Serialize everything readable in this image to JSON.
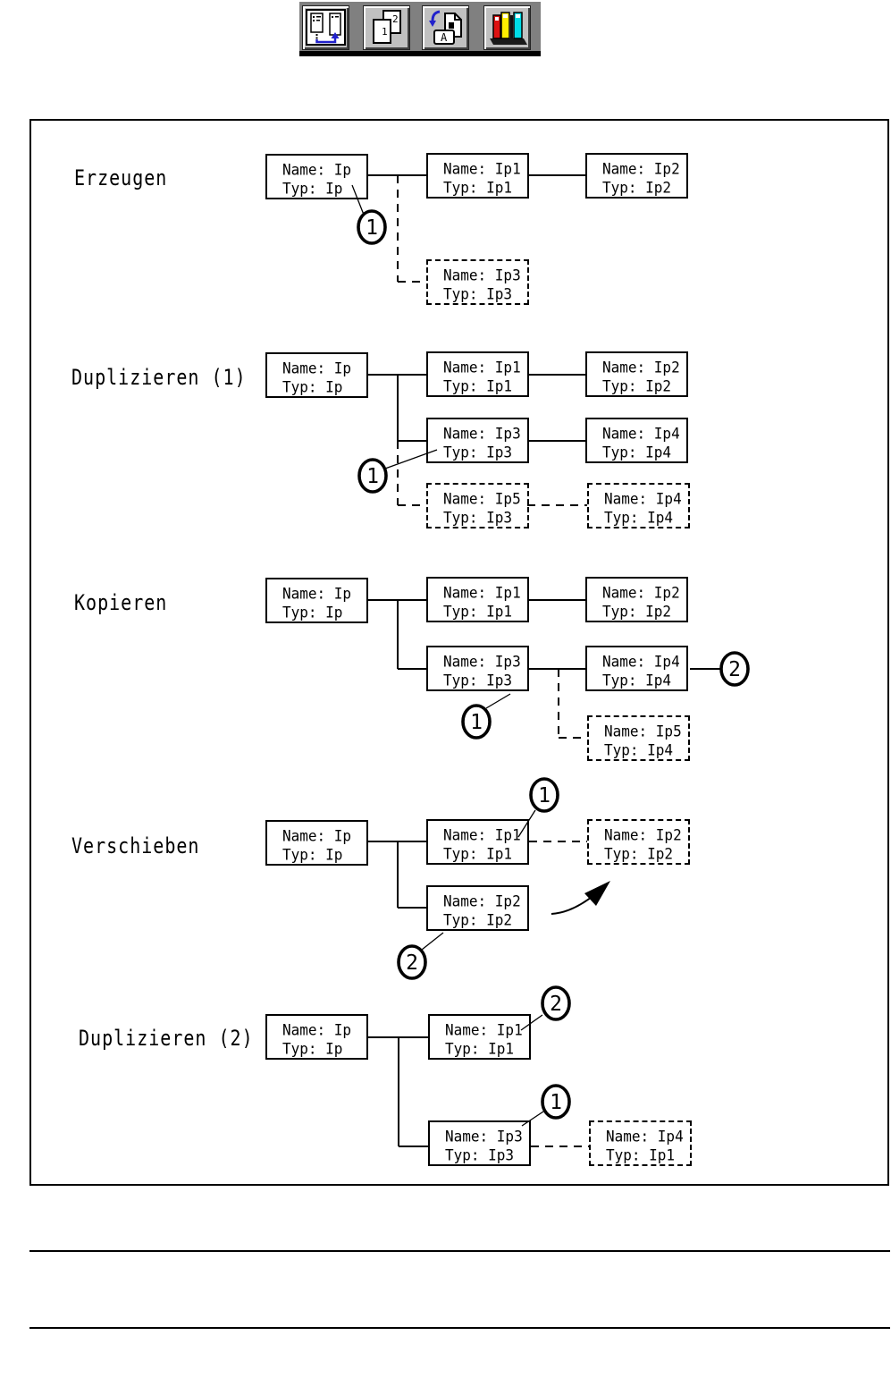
{
  "toolbar": {
    "buttons": [
      {
        "name": "reorganize-panels"
      },
      {
        "name": "copy-pages",
        "back_label": "2",
        "front_label": "1"
      },
      {
        "name": "paste-rename",
        "label": "A"
      },
      {
        "name": "library-books"
      }
    ]
  },
  "sections": [
    {
      "label": "Erzeugen",
      "boxes": [
        {
          "name": "Name: Ip",
          "typ": "Typ: Ip",
          "style": "solid"
        },
        {
          "name": "Name: Ip1",
          "typ": "Typ: Ip1",
          "style": "solid"
        },
        {
          "name": "Name: Ip2",
          "typ": "Typ: Ip2",
          "style": "solid"
        },
        {
          "name": "Name: Ip3",
          "typ": "Typ: Ip3",
          "style": "dashed"
        }
      ],
      "annotations": [
        {
          "number": "1"
        }
      ]
    },
    {
      "label": "Duplizieren (1)",
      "boxes": [
        {
          "name": "Name: Ip",
          "typ": "Typ: Ip",
          "style": "solid"
        },
        {
          "name": "Name: Ip1",
          "typ": "Typ: Ip1",
          "style": "solid"
        },
        {
          "name": "Name: Ip2",
          "typ": "Typ: Ip2",
          "style": "solid"
        },
        {
          "name": "Name: Ip3",
          "typ": "Typ: Ip3",
          "style": "solid"
        },
        {
          "name": "Name: Ip4",
          "typ": "Typ: Ip4",
          "style": "solid"
        },
        {
          "name": "Name: Ip5",
          "typ": "Typ: Ip3",
          "style": "dashed"
        },
        {
          "name": "Name: Ip4",
          "typ": "Typ: Ip4",
          "style": "dashed"
        }
      ],
      "annotations": [
        {
          "number": "1"
        }
      ]
    },
    {
      "label": "Kopieren",
      "boxes": [
        {
          "name": "Name: Ip",
          "typ": "Typ: Ip",
          "style": "solid"
        },
        {
          "name": "Name: Ip1",
          "typ": "Typ: Ip1",
          "style": "solid"
        },
        {
          "name": "Name: Ip2",
          "typ": "Typ: Ip2",
          "style": "solid"
        },
        {
          "name": "Name: Ip3",
          "typ": "Typ: Ip3",
          "style": "solid"
        },
        {
          "name": "Name: Ip4",
          "typ": "Typ: Ip4",
          "style": "solid"
        },
        {
          "name": "Name: Ip5",
          "typ": "Typ: Ip4",
          "style": "dashed"
        }
      ],
      "annotations": [
        {
          "number": "1"
        },
        {
          "number": "2"
        }
      ]
    },
    {
      "label": "Verschieben",
      "boxes": [
        {
          "name": "Name: Ip",
          "typ": "Typ: Ip",
          "style": "solid"
        },
        {
          "name": "Name: Ip1",
          "typ": "Typ: Ip1",
          "style": "solid"
        },
        {
          "name": "Name: Ip2",
          "typ": "Typ: Ip2",
          "style": "dashed"
        },
        {
          "name": "Name: Ip2",
          "typ": "Typ: Ip2",
          "style": "solid"
        }
      ],
      "annotations": [
        {
          "number": "1"
        },
        {
          "number": "2"
        }
      ]
    },
    {
      "label": "Duplizieren (2)",
      "boxes": [
        {
          "name": "Name: Ip",
          "typ": "Typ: Ip",
          "style": "solid"
        },
        {
          "name": "Name: Ip1",
          "typ": "Typ: Ip1",
          "style": "solid"
        },
        {
          "name": "Name: Ip3",
          "typ": "Typ: Ip3",
          "style": "solid"
        },
        {
          "name": "Name: Ip4",
          "typ": "Typ: Ip1",
          "style": "dashed"
        }
      ],
      "annotations": [
        {
          "number": "2"
        },
        {
          "number": "1"
        }
      ]
    }
  ],
  "colors": {
    "accent_blue": "#2222cc",
    "book_red": "#dd1111",
    "book_yellow": "#ffee00",
    "book_cyan": "#00dde8",
    "toolbar_bg": "#808080",
    "button_face": "#c0c0c0"
  }
}
